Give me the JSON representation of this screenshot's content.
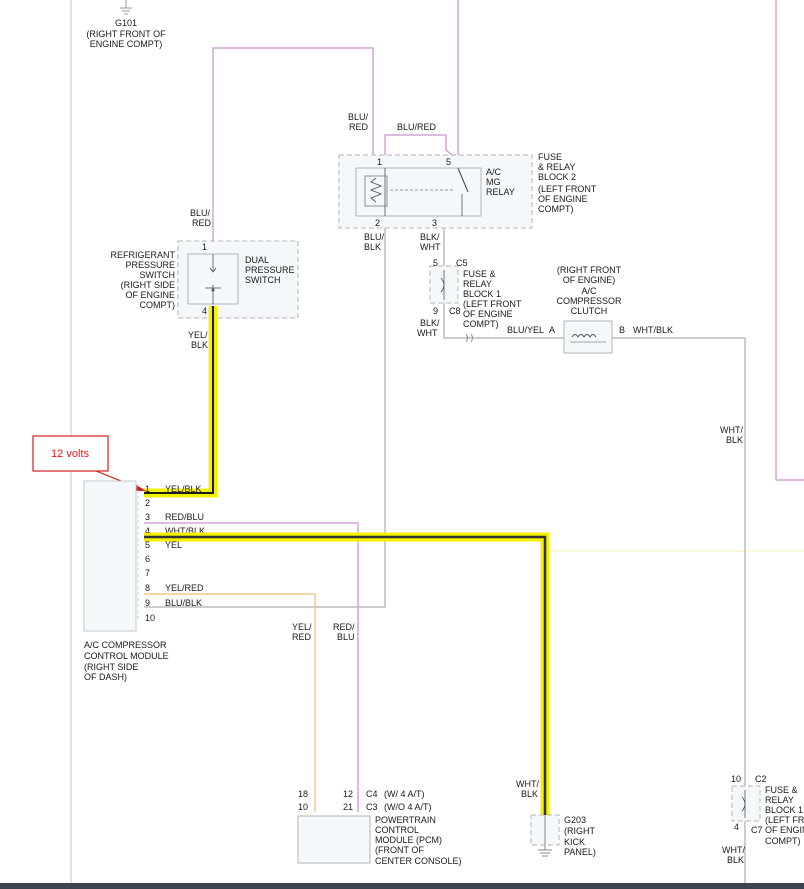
{
  "colors": {
    "pink_wire": "#d4a6d8",
    "orange_wire": "#f0c890",
    "gray_wire": "#bcbcbc",
    "highlight": "#f5f000",
    "callout": "#d81e1e",
    "frame": "#3b4250"
  },
  "callout": {
    "text": "12 volts"
  },
  "ground_g101": {
    "id": "G101",
    "desc1": "(RIGHT FRONT OF",
    "desc2": "ENGINE COMPT)"
  },
  "fuse_relay_block2": {
    "label_lines": [
      "FUSE",
      "& RELAY",
      "BLOCK 2",
      "(LEFT FRONT",
      "OF ENGINE",
      "COMPT)"
    ],
    "relay_lines": [
      "A/C",
      "MG",
      "RELAY"
    ],
    "pins": {
      "p1": "1",
      "p5": "5",
      "p2": "2",
      "p3": "3"
    }
  },
  "dual_pressure_switch": {
    "name_lines": [
      "DUAL",
      "PRESSURE",
      "SWITCH"
    ],
    "location_lines": [
      "REFRIGERANT",
      "PRESSURE",
      "SWITCH",
      "(RIGHT SIDE",
      "OF ENGINE",
      "COMPT)"
    ],
    "pin_top": "1",
    "pin_bottom": "4"
  },
  "fuse_relay_block1_top": {
    "label_lines": [
      "FUSE &",
      "RELAY",
      "BLOCK 1",
      "(LEFT FRONT",
      "OF ENGINE",
      "COMPT)"
    ],
    "conn_top": "C5",
    "conn_bottom": "C8",
    "pin_top": "5",
    "pin_bottom": "9"
  },
  "compressor_clutch": {
    "label_lines": [
      "(RIGHT FRONT",
      "OF ENGINE)",
      "A/C",
      "COMPRESSOR",
      "CLUTCH"
    ],
    "pin_a": "A",
    "pin_b": "B"
  },
  "control_module": {
    "label_lines": [
      "A/C COMPRESSOR",
      "CONTROL MODULE",
      "(RIGHT SIDE",
      "OF DASH)"
    ],
    "pins": [
      {
        "num": "1",
        "wire": "YEL/BLK"
      },
      {
        "num": "2",
        "wire": ""
      },
      {
        "num": "3",
        "wire": "RED/BLU"
      },
      {
        "num": "4",
        "wire": "WHT/BLK"
      },
      {
        "num": "5",
        "wire": "YEL"
      },
      {
        "num": "6",
        "wire": ""
      },
      {
        "num": "7",
        "wire": ""
      },
      {
        "num": "8",
        "wire": "YEL/RED"
      },
      {
        "num": "9",
        "wire": "BLU/BLK"
      },
      {
        "num": "10",
        "wire": ""
      }
    ]
  },
  "pcm": {
    "label_lines": [
      "POWERTRAIN",
      "CONTROL",
      "MODULE (PCM)",
      "(FRONT OF",
      "CENTER CONSOLE)"
    ],
    "pins_row1": [
      "18",
      "12"
    ],
    "pins_row2": [
      "10",
      "21"
    ],
    "conn_c4": "C4",
    "conn_c3": "C3",
    "c4_note": "(W/ 4 A/T)",
    "c3_note": "(W/O 4 A/T)"
  },
  "ground_g203": {
    "id": "G203",
    "desc_lines": [
      "(RIGHT",
      "KICK",
      "PANEL)"
    ]
  },
  "fuse_relay_block1_bottom": {
    "label_lines": [
      "FUSE &",
      "RELAY",
      "BLOCK 1",
      "(LEFT FRONT",
      "OF ENGINE",
      "COMPT)"
    ],
    "conn_top": "C2",
    "conn_bottom": "C7",
    "pin_top": "10",
    "pin_bottom": "4"
  },
  "wire_labels": {
    "blu_red_top": [
      "BLU/",
      "RED"
    ],
    "blu_red_mid": "BLU/RED",
    "blu_red_switch": [
      "BLU/",
      "RED"
    ],
    "blu_blk_relay": [
      "BLU/",
      "BLK"
    ],
    "blk_wht_relay": [
      "BLK/",
      "WHT"
    ],
    "blk_wht_fuse": [
      "BLK/",
      "WHT"
    ],
    "yel_blk_switch": [
      "YEL/",
      "BLK"
    ],
    "blu_yel": "BLU/YEL",
    "wht_blk_clutch": "WHT/BLK",
    "wht_blk_right": [
      "WHT/",
      "BLK"
    ],
    "yel_red_vert": [
      "YEL/",
      "RED"
    ],
    "red_blu_vert": [
      "RED/",
      "BLU"
    ],
    "wht_blk_g203": [
      "WHT/",
      "BLK"
    ],
    "wht_blk_bottom": [
      "WHT/",
      "BLK"
    ]
  }
}
